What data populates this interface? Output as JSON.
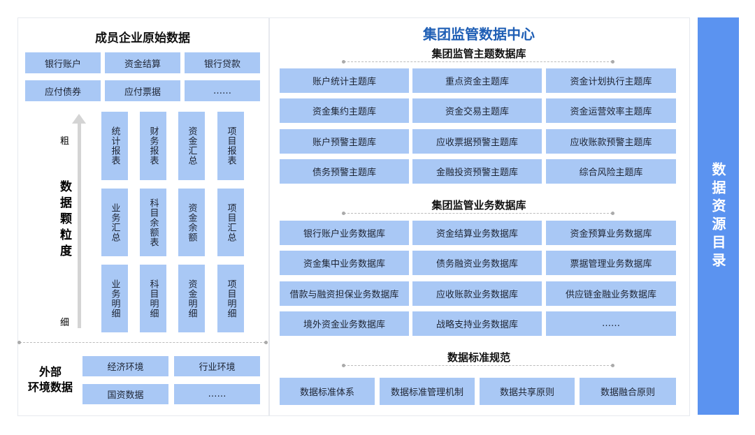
{
  "left": {
    "title": "成员企业原始数据",
    "raw_items": [
      "银行账户",
      "资金结算",
      "银行贷款",
      "应付债券",
      "应付票据",
      "……"
    ],
    "granularity_label": "数据颗粒度",
    "coarse": "粗",
    "fine": "细",
    "columns": [
      [
        "统计报表",
        "业务汇总",
        "业务明细"
      ],
      [
        "财务报表",
        "科目余额表",
        "科目明细"
      ],
      [
        "资金汇总",
        "资金余额",
        "资金明细"
      ],
      [
        "项目报表",
        "项目汇总",
        "项目明细"
      ]
    ],
    "external_label": "外部环境数据",
    "external_items": [
      "经济环境",
      "行业环境",
      "国资数据",
      "……"
    ]
  },
  "right": {
    "title": "集团监管数据中心",
    "theme_title": "集团监管主题数据库",
    "themes": [
      "账户统计主题库",
      "重点资金主题库",
      "资金计划执行主题库",
      "资金集约主题库",
      "资金交易主题库",
      "资金运营效率主题库",
      "账户预警主题库",
      "应收票据预警主题库",
      "应收账款预警主题库",
      "债务预警主题库",
      "金融投资预警主题库",
      "综合风险主题库"
    ],
    "business_title": "集团监管业务数据库",
    "business": [
      "银行账户业务数据库",
      "资金结算业务数据库",
      "资金预算业务数据库",
      "资金集中业务数据库",
      "债务融资业务数据库",
      "票据管理业务数据库",
      "借款与融资担保业务数据库",
      "应收账款业务数据库",
      "供应链金融业务数据库",
      "境外资金业务数据库",
      "战略支持业务数据库",
      "……"
    ],
    "standards_title": "数据标准规范",
    "standards": [
      "数据标准体系",
      "数据标准管理机制",
      "数据共享原则",
      "数据融合原则"
    ]
  },
  "catalog": "数据资源目录",
  "colors": {
    "box": "#a9c8f5",
    "catalog": "#5b93f0",
    "title": "#1f5fb5"
  }
}
